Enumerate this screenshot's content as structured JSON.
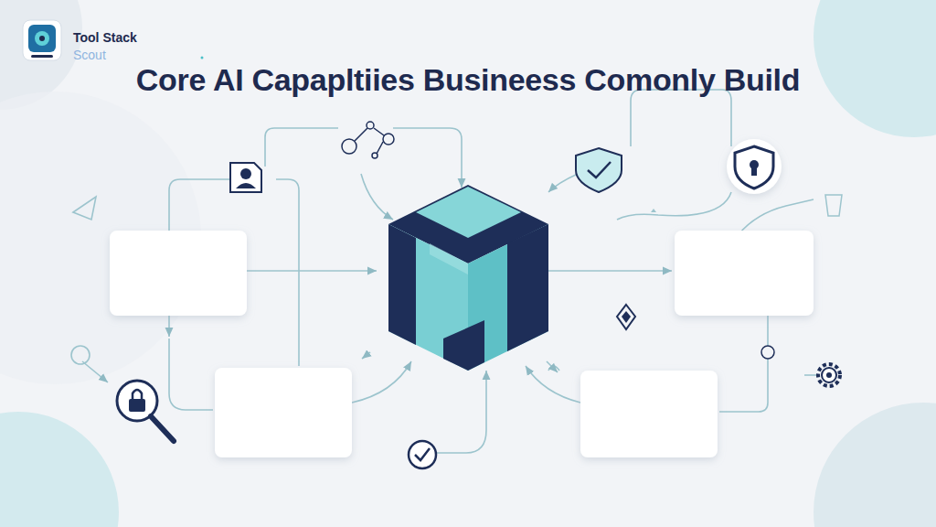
{
  "diagram": {
    "title": "Core AI Capapltiies Busineess Comonly Build",
    "labels": [
      "Tool Stack",
      "Scout"
    ]
  }
}
